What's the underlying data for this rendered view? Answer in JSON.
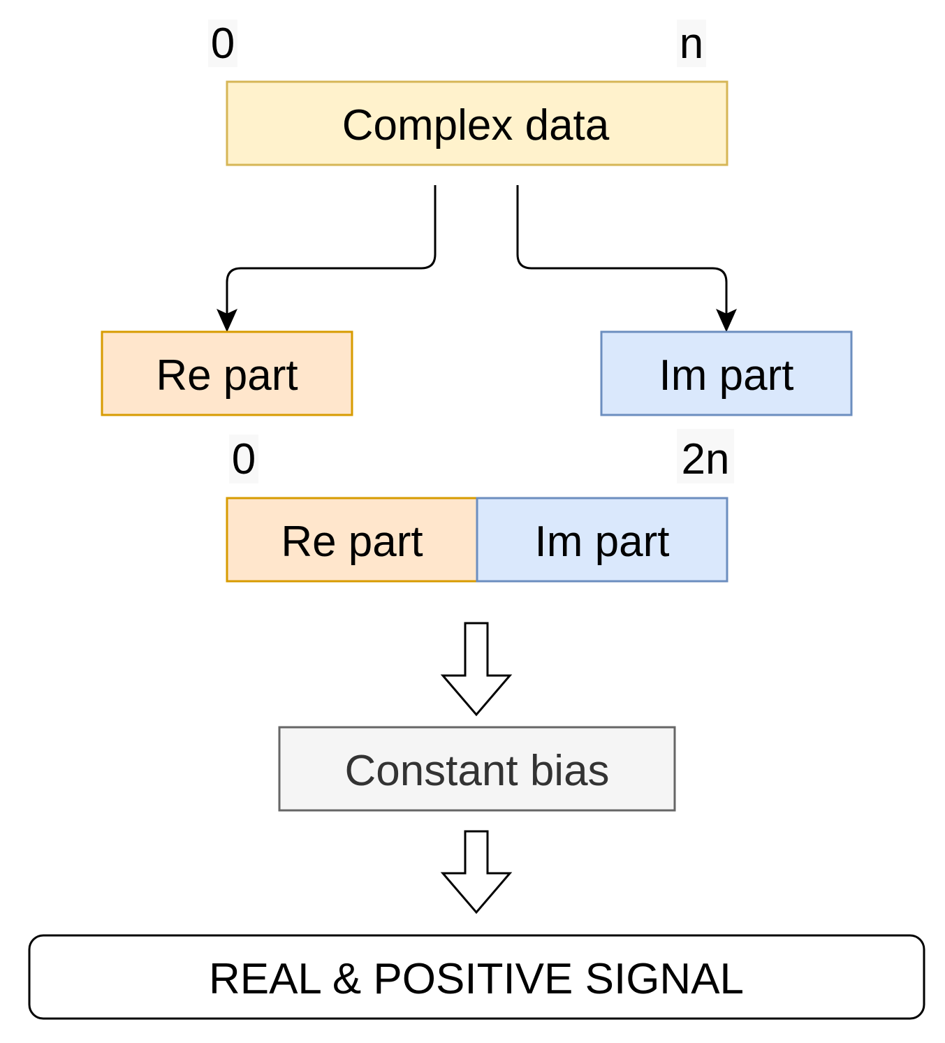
{
  "top_scale": {
    "start": "0",
    "end": "n"
  },
  "complex_data": {
    "label": "Complex data"
  },
  "re_part": {
    "label": "Re part"
  },
  "im_part": {
    "label": "Im part"
  },
  "bottom_scale": {
    "start": "0",
    "end": "2n"
  },
  "concat": {
    "re_label": "Re part",
    "im_label": "Im part"
  },
  "constant_bias": {
    "label": "Constant bias"
  },
  "output": {
    "label": "REAL & POSITIVE SIGNAL"
  },
  "colors": {
    "yellow_fill": "#fff2cc",
    "yellow_stroke": "#d6b656",
    "orange_fill": "#ffe6cc",
    "orange_stroke": "#d79b00",
    "blue_fill": "#dae8fc",
    "blue_stroke": "#6c8ebf",
    "gray_fill": "#f5f5f5",
    "gray_stroke": "#666666",
    "gray_text": "#333333"
  }
}
